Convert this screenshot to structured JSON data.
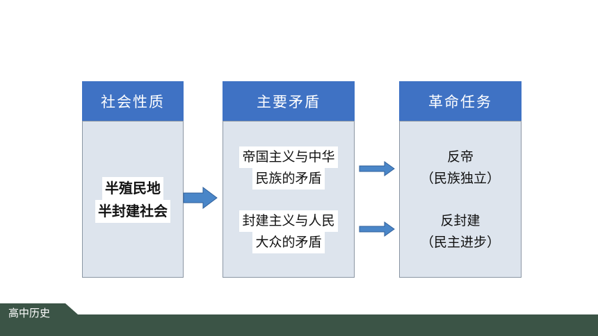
{
  "columns": [
    {
      "header": "社会性质",
      "lines": [
        "半殖民地",
        "半封建社会"
      ]
    },
    {
      "header": "主要矛盾",
      "groups": [
        [
          "帝国主义与中华",
          "民族的矛盾"
        ],
        [
          "封建主义与人民",
          "大众的矛盾"
        ]
      ]
    },
    {
      "header": "革命任务",
      "groups": [
        [
          "反帝",
          "（民族独立）"
        ],
        [
          "反封建",
          "（民主进步）"
        ]
      ]
    }
  ],
  "footer": {
    "label": "高中历史"
  },
  "colors": {
    "header_bg": "#3f72c4",
    "body_bg": "#dde4ed",
    "arrow": "#4a86c8",
    "footer_bg": "#3b5446"
  }
}
